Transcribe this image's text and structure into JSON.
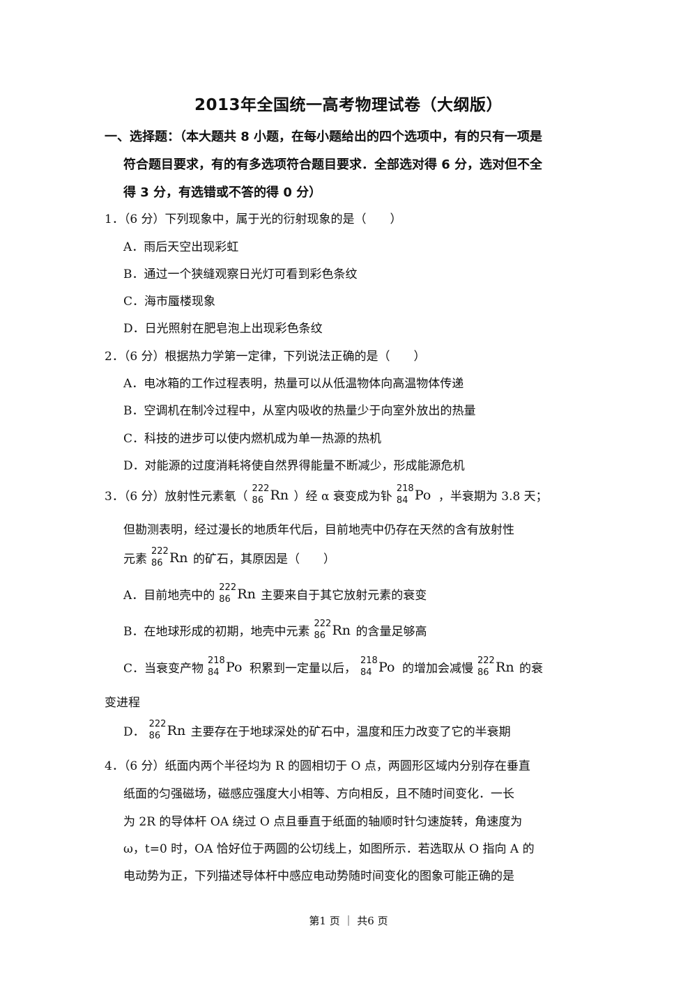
{
  "title": "2013年全国统一高考物理试卷（大纲版）",
  "section": {
    "line1": "一、选择题：（本大题共 8 小题，在每小题给出的四个选项中，有的只有一项是",
    "line2": "符合题目要求，有的有多选项符合题目要求．全部选对得 6 分，选对但不全",
    "line3": "得 3 分，有选错或不答的得 0 分）"
  },
  "q1": {
    "stem": "1．（6 分）下列现象中，属于光的衍射现象的是（　　）",
    "a": "A．雨后天空出现彩虹",
    "b": "B．通过一个狭缝观察日光灯可看到彩色条纹",
    "c": "C．海市蜃楼现象",
    "d": "D．日光照射在肥皂泡上出现彩色条纹"
  },
  "q2": {
    "stem": "2．（6 分）根据热力学第一定律，下列说法正确的是（　　）",
    "a": "A．电冰箱的工作过程表明，热量可以从低温物体向高温物体传递",
    "b": "B．空调机在制冷过程中，从室内吸收的热量少于向室外放出的热量",
    "c": "C．科技的进步可以使内燃机成为单一热源的热机",
    "d": "D．对能源的过度消耗将使自然界得能量不断减少，形成能源危机"
  },
  "iso": {
    "rn": {
      "mass": "222",
      "z": "86",
      "sym": "Rn"
    },
    "po": {
      "mass": "218",
      "z": "84",
      "sym": "Po"
    }
  },
  "q3": {
    "l1a": "3．（6 分）放射性元素氡（",
    "l1b": "）经 α 衰变成为钋",
    "l1c": "，半衰期为 3.8 天；",
    "l2": "但勘测表明，经过漫长的地质年代后，目前地壳中仍存在天然的含有放射性",
    "l3a": "元素",
    "l3b": "的矿石，其原因是（　　）",
    "a1": "A．目前地壳中的",
    "a2": "主要来自于其它放射元素的衰变",
    "b1": "B．在地球形成的初期，地壳中元素",
    "b2": "的含量足够高",
    "c1": "C．当衰变产物",
    "c2": "积累到一定量以后，",
    "c3": "的增加会减慢",
    "c4": "的衰",
    "c5": "变进程",
    "d1": "D．",
    "d2": "主要存在于地球深处的矿石中，温度和压力改变了它的半衰期"
  },
  "q4": {
    "l1": "4．（6 分）纸面内两个半径均为 R 的圆相切于 O 点，两圆形区域内分别存在垂直",
    "l2": "纸面的匀强磁场，磁感应强度大小相等、方向相反，且不随时间变化．一长",
    "l3": "为 2R 的导体杆 OA 绕过 O 点且垂直于纸面的轴顺时针匀速旋转，角速度为",
    "l4": "ω，t=0 时，OA 恰好位于两圆的公切线上，如图所示．若选取从 O 指向 A 的",
    "l5": "电动势为正，下列描述导体杆中感应电动势随时间变化的图象可能正确的是"
  },
  "footer": "第1 页 ｜ 共6 页"
}
